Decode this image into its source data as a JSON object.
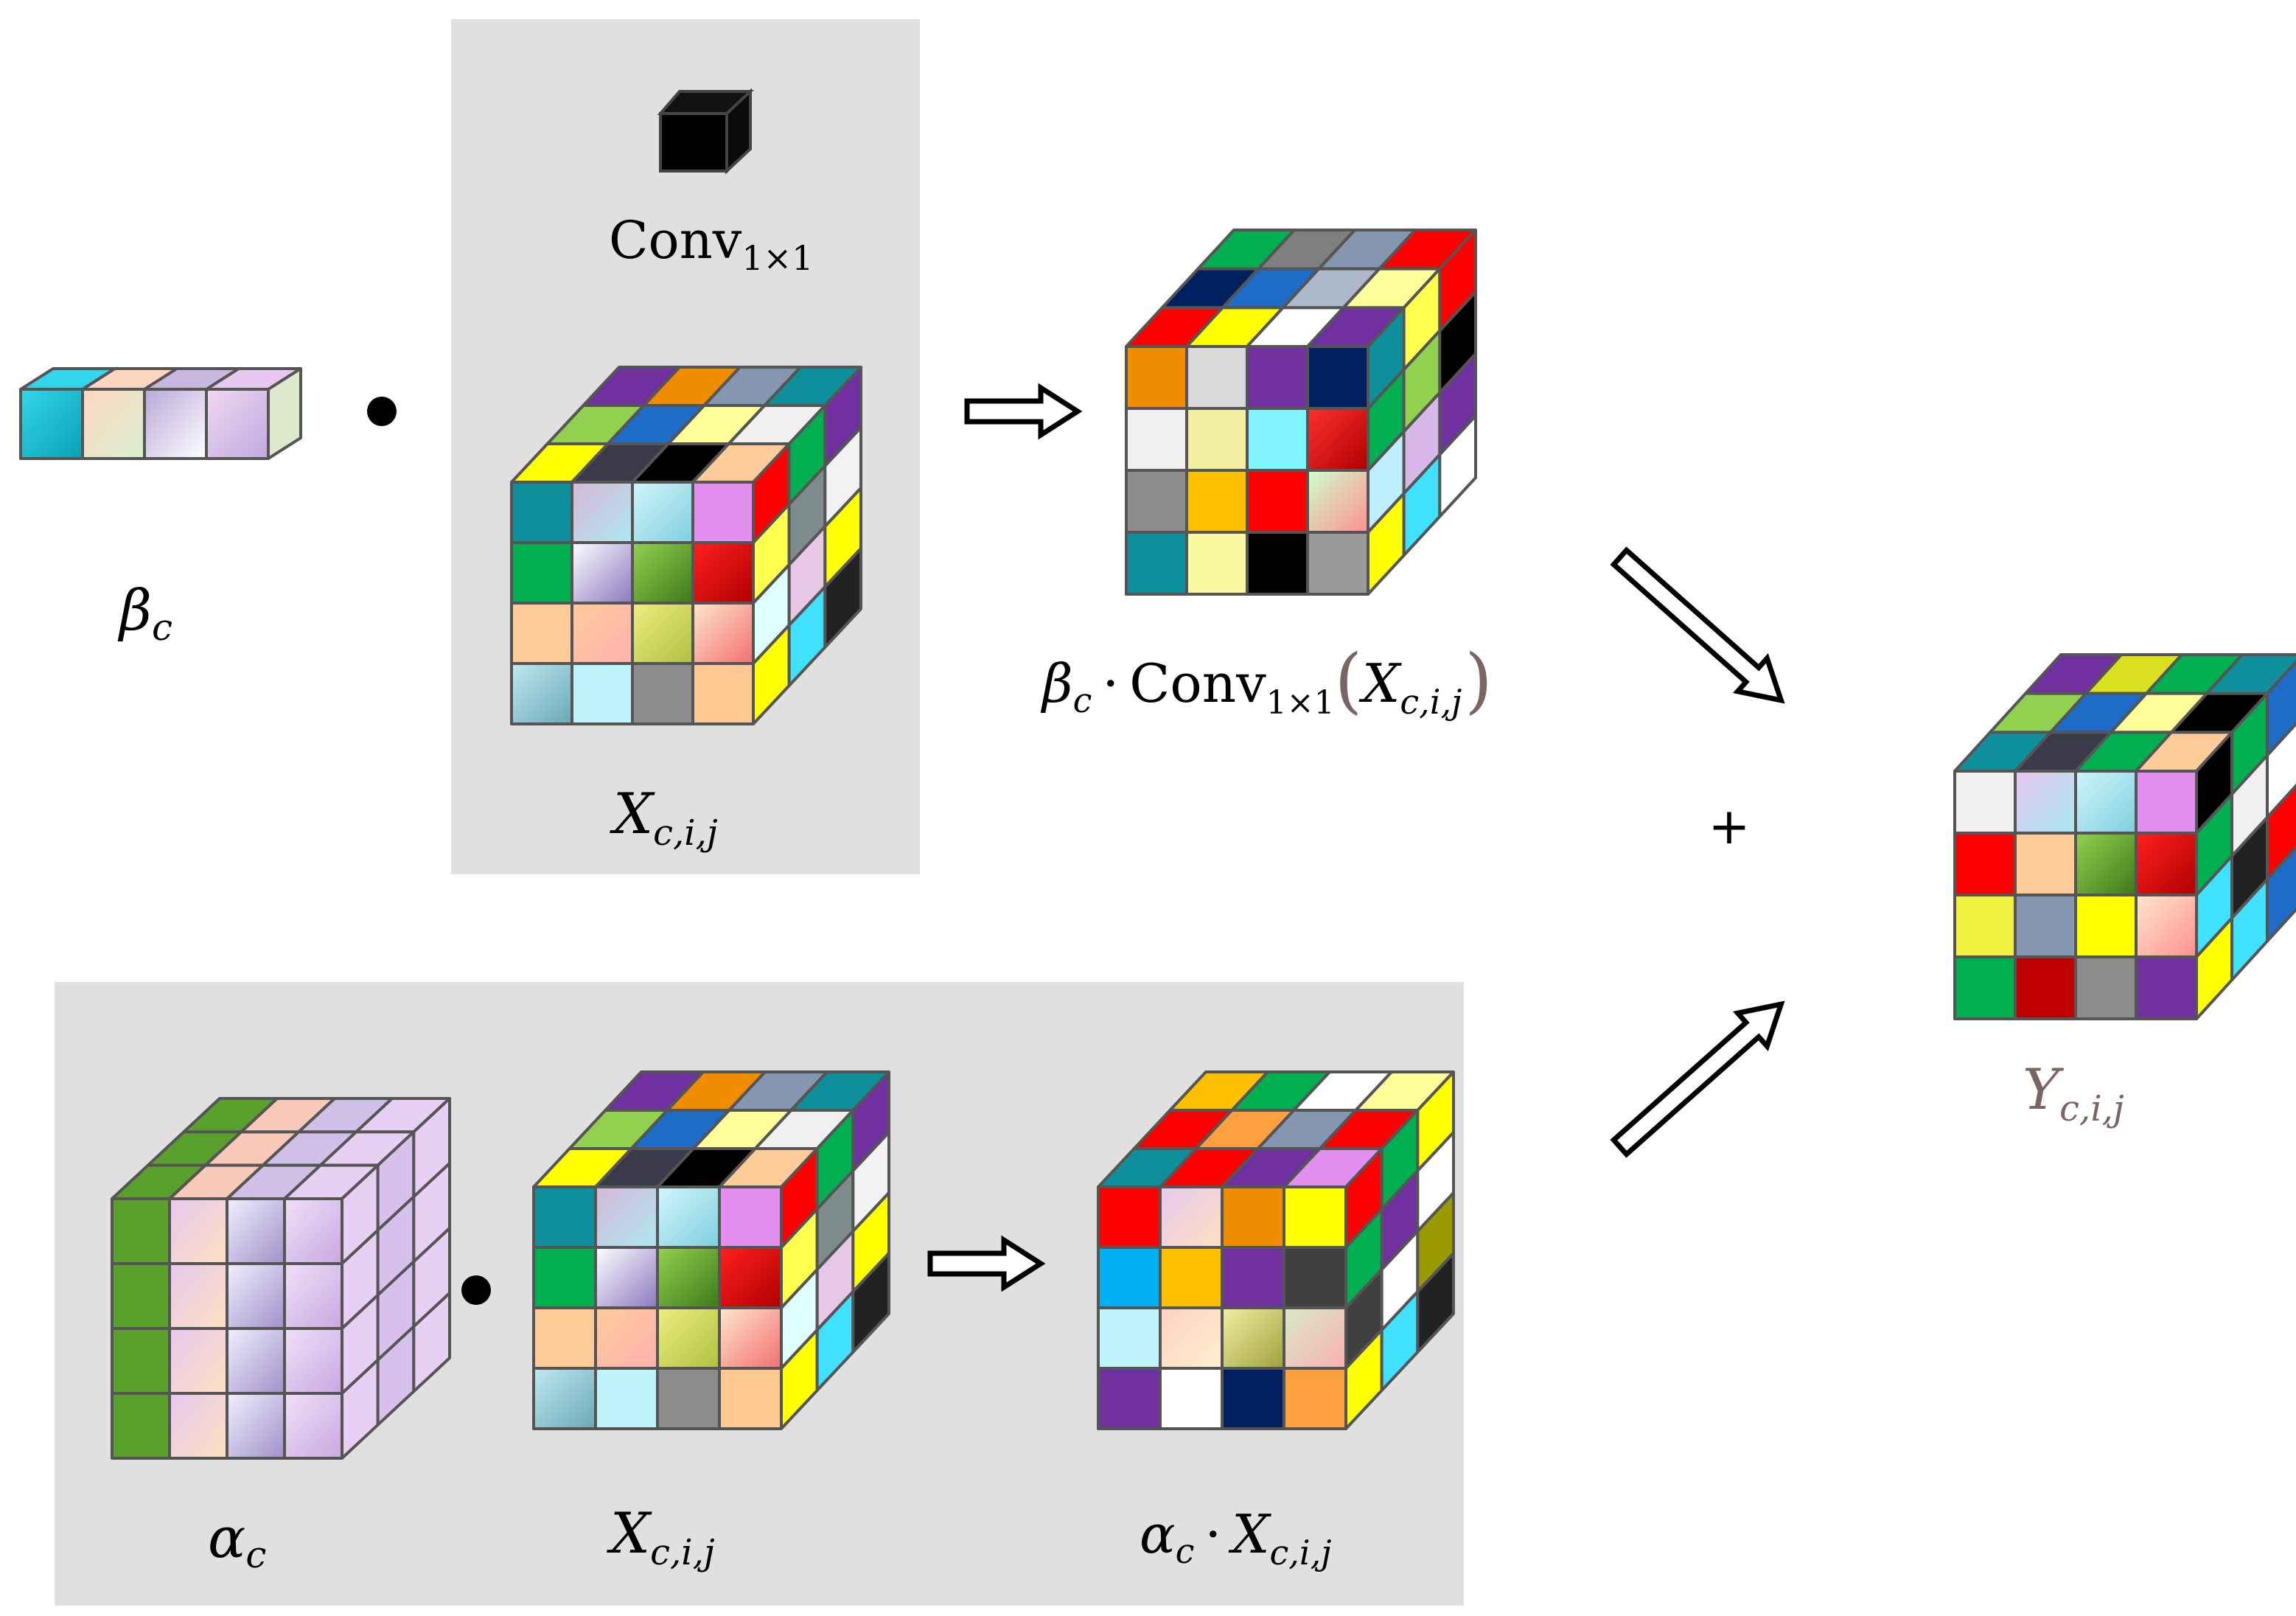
{
  "labels": {
    "beta": "β",
    "alpha": "α",
    "X": "X",
    "Y": "Y",
    "sub_c": "c",
    "sub_cij": "c,i,j",
    "conv": "Conv",
    "conv_sub": "1×1",
    "dot": "·",
    "plus": "+",
    "paren_open": "(",
    "paren_close": ")"
  },
  "colors": {
    "panel_bg": "#e0e0e0",
    "edge": "#555555",
    "arrow": "#000000",
    "Y_label": "#7a6464",
    "paren": "#7a6464"
  },
  "cubes": {
    "x_cube": {
      "front": [
        [
          "#0f8f9c",
          "g:#d6b8d8:#aee7f0",
          "g:#d2f4f9:#7fcfe0",
          "#e28ff0"
        ],
        [
          "#00b050",
          "g:#ffffff:#8a78c0",
          "g:#93d050:#3d7a1a",
          "g:#ff2020:#b00000"
        ],
        [
          "#ffcc99",
          "g:#ffcc99:#ffb0b0",
          "g:#eeee80:#b0c040",
          "g:#ffe6cc:#f07070"
        ],
        [
          "g:#c0e8f0:#6aa8b8",
          "#bff3fb",
          "#8c8c8c",
          "#ffc890"
        ]
      ],
      "top": [
        [
          "#7030a0",
          "#f08c00",
          "#8496b0",
          "#0f8f9c"
        ],
        [
          "#92d050",
          "#1c6cc8",
          "#ffff99",
          "#f0f0f0"
        ],
        [
          "#ffff00",
          "#3a3a48",
          "#000000",
          "#ffcc99"
        ]
      ],
      "side": [
        [
          "#ff0000",
          "#00b050",
          "#7030a0"
        ],
        [
          "#ffff4d",
          "#7f8c8d",
          "#f2f2f2"
        ],
        [
          "#e0ffff",
          "#e6c8e6",
          "#ffff00"
        ],
        [
          "#ffff00",
          "#40e0ff",
          "#222222",
          "#999900"
        ]
      ]
    },
    "beta_conv_cube": {
      "front": [
        [
          "#f08c00",
          "#d9d9d9",
          "#7030a0",
          "#002060"
        ],
        [
          "#f0f0f0",
          "#f0f0a0",
          "#7ff4ff",
          "g:#ff3030:#b00000"
        ],
        [
          "#8c8c8c",
          "#ffc000",
          "#ff0000",
          "g:#ccffcc:#ff9090"
        ],
        [
          "#0f8f9c",
          "#f8f8a0",
          "#000000",
          "#9a9a9a"
        ]
      ],
      "top": [
        [
          "#00b050",
          "#7f7f7f",
          "#8496b0",
          "#ff0000"
        ],
        [
          "#002060",
          "#1c6cc8",
          "#adb9ca",
          "#ffff99"
        ],
        [
          "#ff0000",
          "#ffff00",
          "#ffffff",
          "#7030a0"
        ]
      ],
      "side": [
        [
          "#0f8f9c",
          "#ffff4d",
          "#ff0000"
        ],
        [
          "#00b050",
          "#92d050",
          "#000000"
        ],
        [
          "#bfefff",
          "#d8b8e8",
          "#7030a0"
        ],
        [
          "#ffff00",
          "#40e0ff",
          "#ffffff",
          "#ffffff"
        ]
      ]
    },
    "alpha_x_cube": {
      "front": [
        [
          "#ff0000",
          "g:#e6c8f0:#ffe0c0",
          "#f08c00",
          "#ffff00"
        ],
        [
          "#00b0f0",
          "#ffc000",
          "#7030a0",
          "#404040"
        ],
        [
          "#bff3fb",
          "g:#ffd0c0:#fff0d0",
          "g:#f0f0a0:#a0a040",
          "g:#d8e8c8:#f8b0b0"
        ],
        [
          "#7030a0",
          "#ffffff",
          "#002060",
          "#ffa040"
        ]
      ],
      "top": [
        [
          "#ffc000",
          "#00b050",
          "#ffffff",
          "#ffff99"
        ],
        [
          "#ff0000",
          "#ffa040",
          "#8496b0",
          "#ff0000"
        ],
        [
          "#0f8f9c",
          "#ff0000",
          "#7030a0",
          "#e28ff0"
        ]
      ],
      "side": [
        [
          "#ff0000",
          "#00b050",
          "#ffff00"
        ],
        [
          "#00b050",
          "#7030a0",
          "#ffffff"
        ],
        [
          "#404040",
          "#ffffff",
          "#999900"
        ],
        [
          "#ffff00",
          "#40e0ff",
          "#222222",
          "#999900"
        ]
      ]
    },
    "y_cube": {
      "front": [
        [
          "#f0f0f0",
          "g:#e8c8f0:#a8e8f0",
          "g:#d0f4f8:#7fcfe0",
          "#e28ff0"
        ],
        [
          "#ff0000",
          "#ffcc99",
          "g:#93d050:#3d7a1a",
          "g:#ff2020:#b00000"
        ],
        [
          "#f0f040",
          "#8496b0",
          "#ffff00",
          "g:#ffe6cc:#ff9090"
        ],
        [
          "#00b050",
          "#c00000",
          "#8c8c8c",
          "#7030a0"
        ]
      ],
      "top": [
        [
          "#7030a0",
          "#d8e020",
          "#00b050",
          "#0f8f9c"
        ],
        [
          "#92d050",
          "#1c6cc8",
          "#ffff99",
          "#000000"
        ],
        [
          "#0f8f9c",
          "#3a3a48",
          "#00b050",
          "#ffcc99"
        ]
      ],
      "side": [
        [
          "#000000",
          "#00b050",
          "#1c6cc8"
        ],
        [
          "#00b050",
          "#f0f0f0",
          "#ffffff"
        ],
        [
          "#40e0ff",
          "#222222",
          "#ff0000"
        ],
        [
          "#ffff00",
          "#40e0ff",
          "#1c6cc8",
          "#ffffff"
        ]
      ]
    },
    "beta_bar": {
      "front": [
        [
          "g:#33d6e8:#0a9fb8",
          "g:#ffd6c0:#d8f0d0",
          "g:#b8a8d8:#ffffff",
          "g:#f0d8f0:#c0a8e0"
        ]
      ],
      "top": [
        "#33d6e8",
        "#ffd6c0",
        "#c8b8e0",
        "#e8c8f0"
      ],
      "side": [
        "#dde8cc"
      ]
    },
    "alpha_block": {
      "front": [
        [
          "#5aa02c",
          "g:#e6c8f0:#ffe0c0",
          "g:#f0f0ff:#a090c8",
          "g:#f0e0f8:#c8a8e0"
        ],
        [
          "#5aa02c",
          "g:#e6c8f0:#ffe0c0",
          "g:#f0f0ff:#a090c8",
          "g:#f0e0f8:#c8a8e0"
        ],
        [
          "#5aa02c",
          "g:#e6c8f0:#ffe0c0",
          "g:#f0f0ff:#a090c8",
          "g:#f0e0f8:#c8a8e0"
        ],
        [
          "#5aa02c",
          "g:#e6c8f0:#ffe0c0",
          "g:#f0f0ff:#a090c8",
          "g:#f0e0f8:#c8a8e0"
        ]
      ],
      "top": [
        [
          "#5aa02c",
          "#f8c8b8",
          "#d0c0e8",
          "#e8d0f4"
        ],
        [
          "#5aa02c",
          "#f8c8b8",
          "#d0c0e8",
          "#e8d0f4"
        ],
        [
          "#5aa02c",
          "#f8c8b8",
          "#d0c0e8",
          "#e8d0f4"
        ]
      ],
      "side": [
        [
          "#e8d0f4",
          "#d8c0ec",
          "#e8d0f4"
        ],
        [
          "#e8d0f4",
          "#d8c0ec",
          "#e8d0f4"
        ],
        [
          "#e8d0f4",
          "#d8c0ec",
          "#e8d0f4"
        ],
        [
          "#e8d0f4",
          "#d8c0ec",
          "#e8d0f4"
        ]
      ]
    }
  }
}
